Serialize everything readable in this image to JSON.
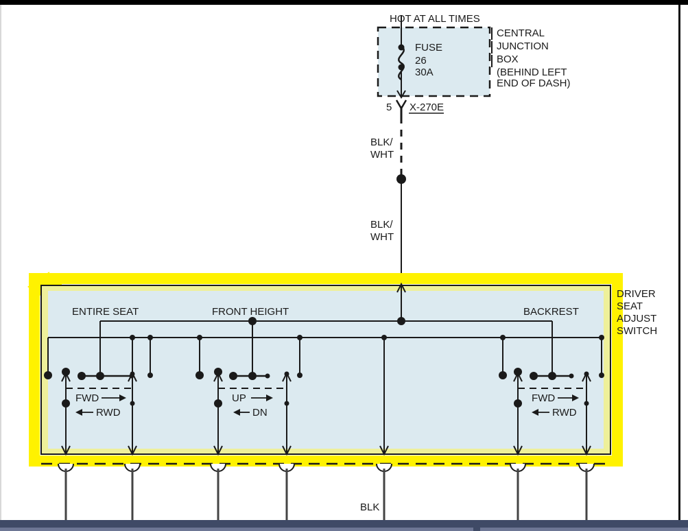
{
  "diagram": {
    "title_hot": "HOT AT ALL TIMES",
    "fuse": {
      "label": "FUSE",
      "number": "26",
      "rating": "30A"
    },
    "junction_box": {
      "line1": "CENTRAL",
      "line2": "JUNCTION",
      "line3": "BOX",
      "line4": "(BEHIND LEFT",
      "line5": "END OF DASH)"
    },
    "connector": {
      "pin": "5",
      "name": "X-270E"
    },
    "wires": {
      "upper_blk_wht_line1": "BLK/",
      "upper_blk_wht_line2": "WHT",
      "lower_blk_wht_line1": "BLK/",
      "lower_blk_wht_line2": "WHT",
      "ground_blk": "BLK"
    },
    "switch": {
      "callout_line1": "DRIVER",
      "callout_line2": "SEAT",
      "callout_line3": "ADJUST",
      "callout_line4": "SWITCH",
      "groups": [
        {
          "name": "entire-seat",
          "heading": "ENTIRE SEAT",
          "direction_forward": "FWD",
          "direction_reverse": "RWD"
        },
        {
          "name": "front-height",
          "heading": "FRONT HEIGHT",
          "direction_forward": "UP",
          "direction_reverse": "DN"
        },
        {
          "name": "backrest",
          "heading": "BACKREST",
          "direction_forward": "FWD",
          "direction_reverse": "RWD"
        }
      ]
    },
    "colors": {
      "highlight": "#FFF200",
      "highlight_inner": "#EEF09A",
      "box_fill": "#DCEAF0",
      "wire": "#1a1a1a",
      "chrome": "#3f4a66"
    }
  }
}
